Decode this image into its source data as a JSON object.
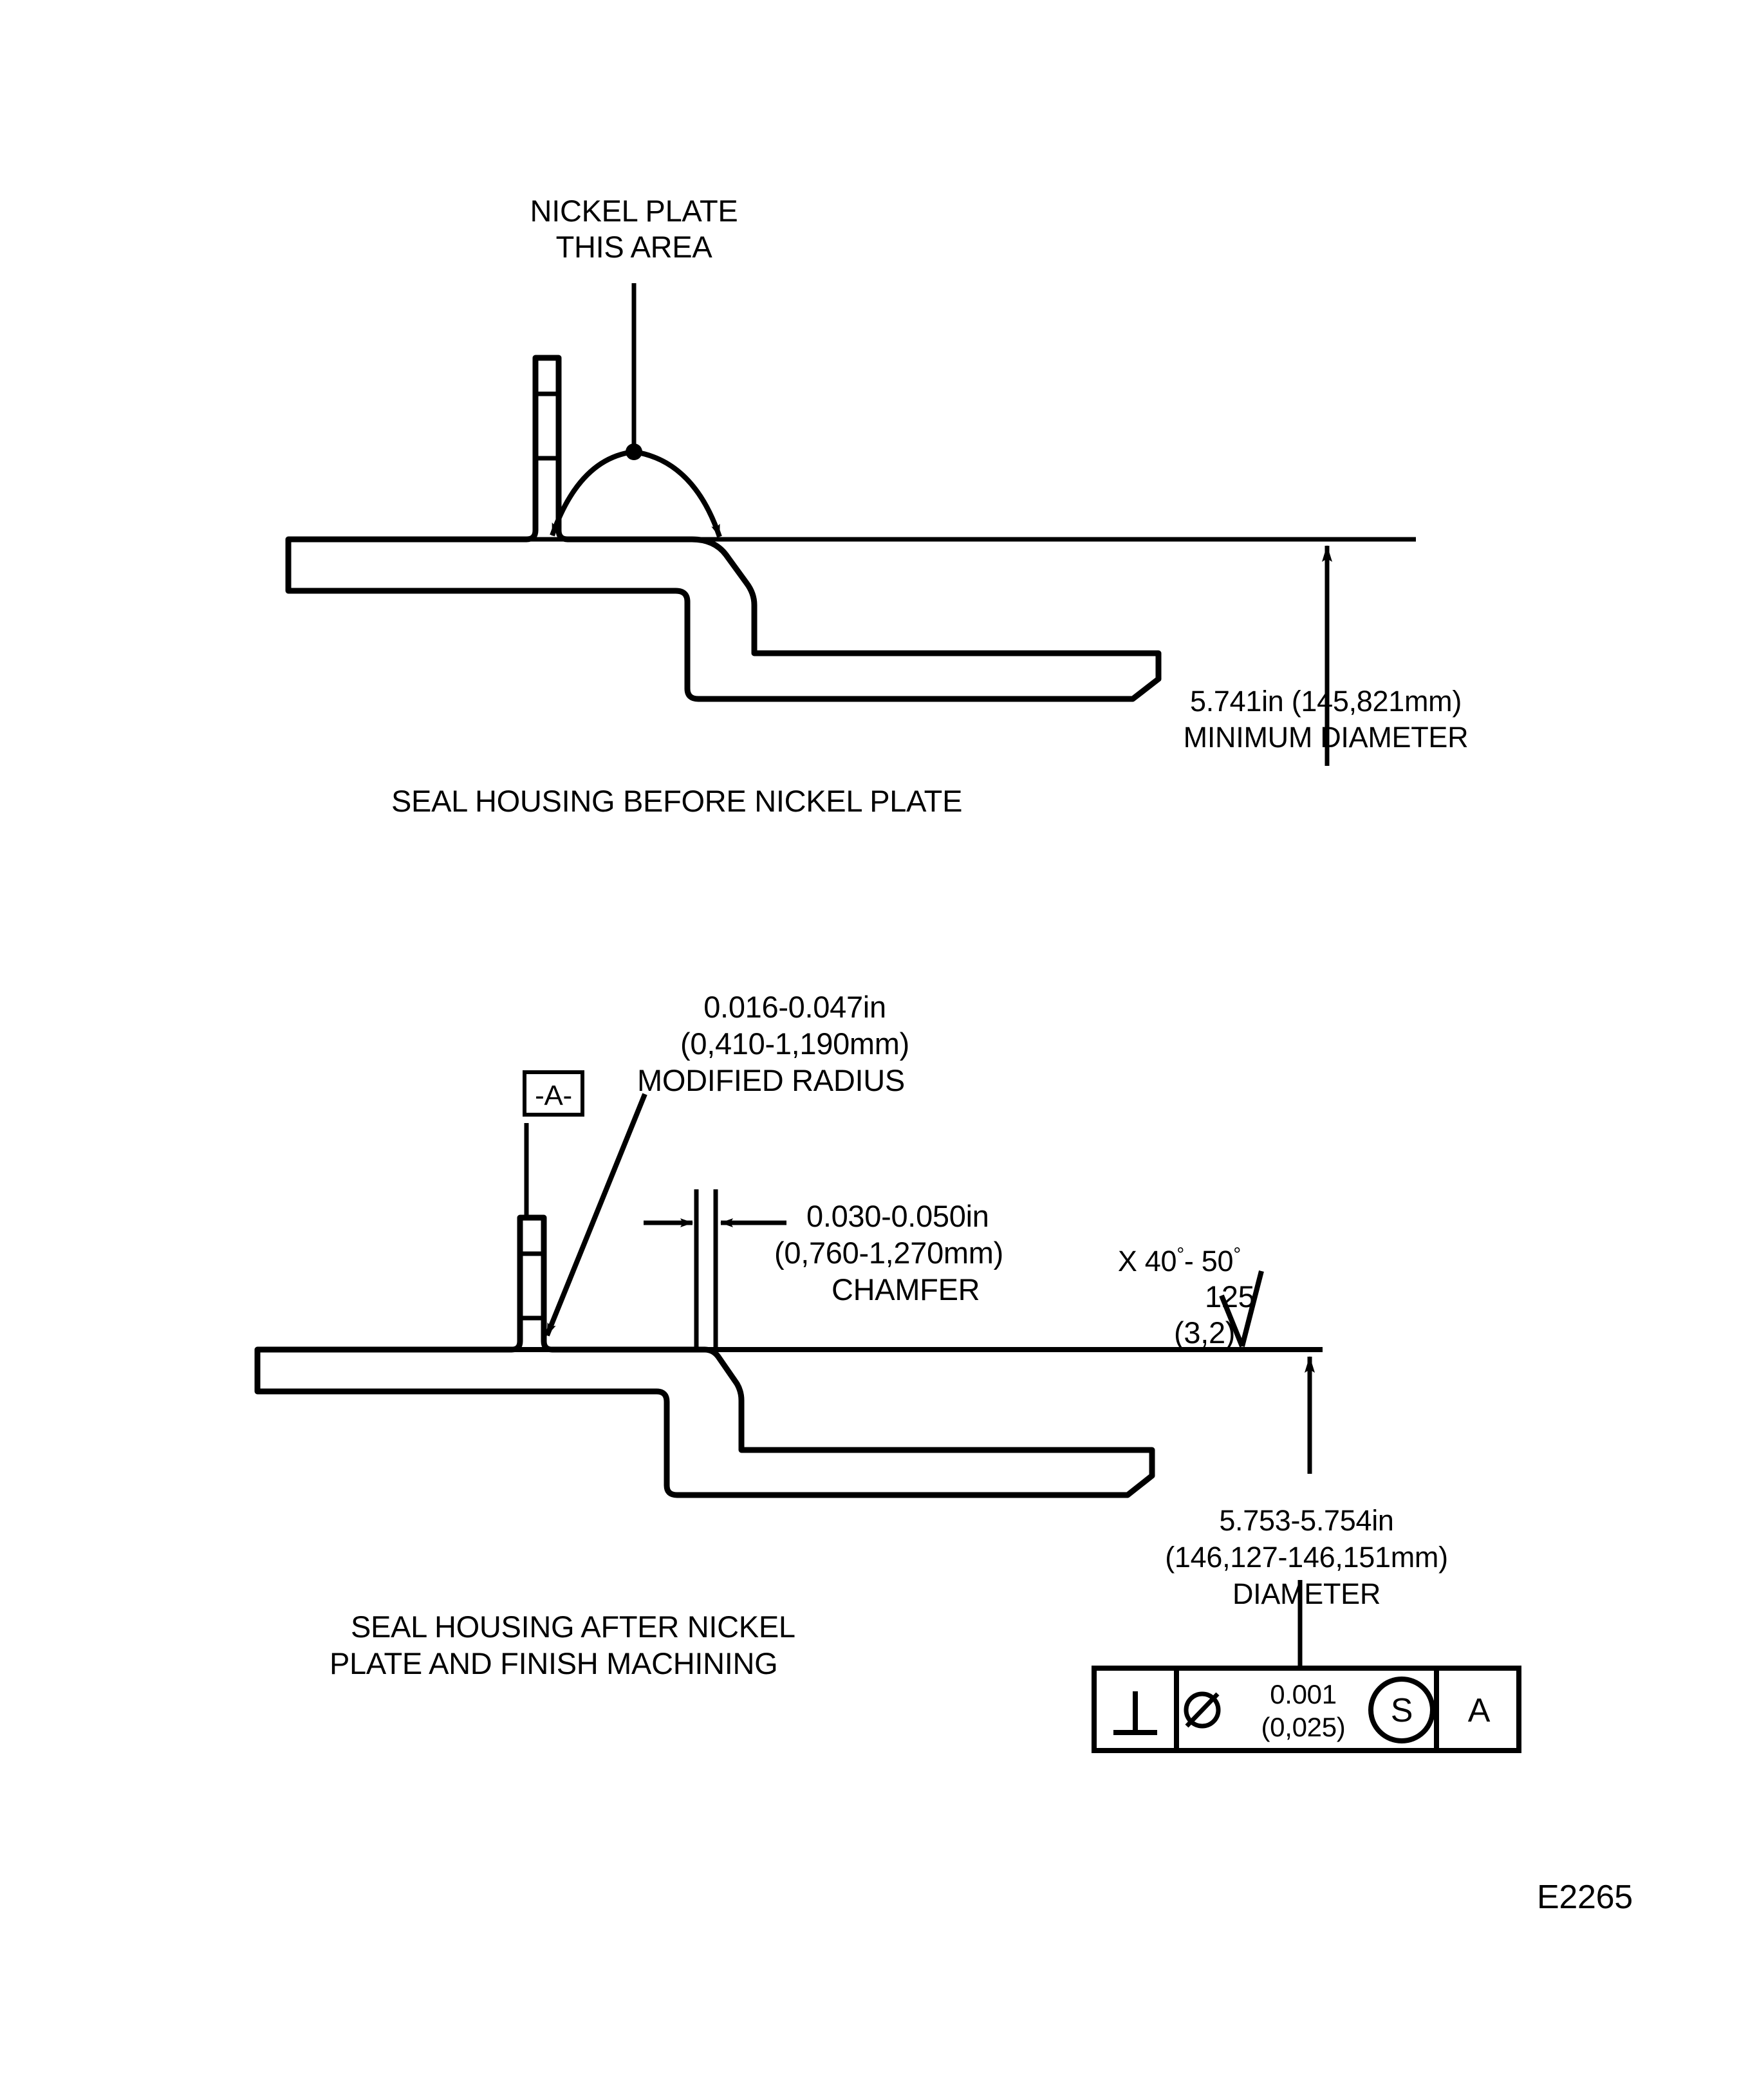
{
  "sheet": {
    "background": "#ffffff",
    "ink": "#000000",
    "drawing_id": "E2265"
  },
  "figures": [
    {
      "id": "before-plate",
      "caption": "SEAL HOUSING BEFORE NICKEL PLATE",
      "callout": {
        "line1": "NICKEL PLATE",
        "line2": "THIS AREA"
      },
      "dimension": {
        "line1": "5.741in (145,821mm)",
        "line2": "MINIMUM DIAMETER"
      }
    },
    {
      "id": "after-plate",
      "caption_line1": "SEAL HOUSING AFTER NICKEL",
      "caption_line2": "PLATE AND FINISH MACHINING",
      "datum_label": "-A-",
      "radius_note": {
        "line1": "0.016-0.047in",
        "line2": "(0,410-1,190mm)",
        "line3": "MODIFIED RADIUS"
      },
      "chamfer_note": {
        "line1": "0.030-0.050in",
        "line2": "(0,760-1,270mm)",
        "line3": "CHAMFER",
        "angle_prefix": "X 40",
        "angle_mid": "- 50",
        "degree": "°"
      },
      "surface_finish": {
        "line1": "125",
        "line2": "(3,2)"
      },
      "dimension": {
        "line1": "5.753-5.754in",
        "line2": "(146,127-146,151mm)",
        "line3": "DIAMETER"
      },
      "feature_control_frame": {
        "symbol": "⟂",
        "diameter_symbol": "⌀",
        "tolerance_line1": "0.001",
        "tolerance_line2": "(0,025)",
        "modifier": "S",
        "datum_ref": "A"
      }
    }
  ]
}
